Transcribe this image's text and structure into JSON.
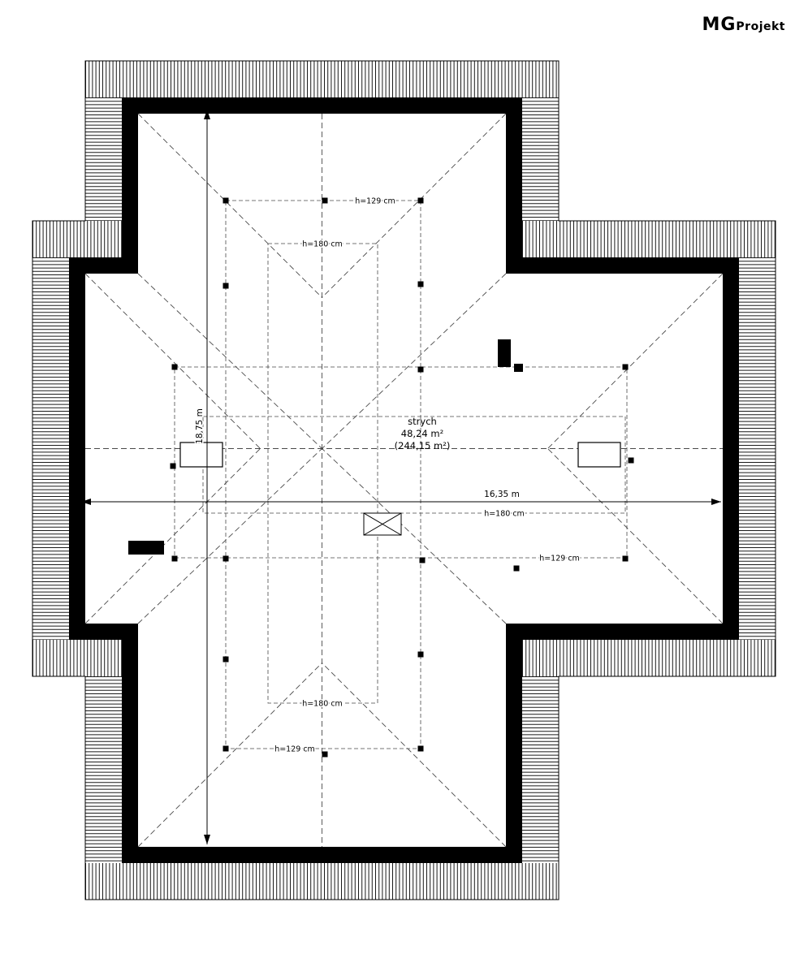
{
  "window": {
    "background": "#ffffff"
  },
  "logo": {
    "part1": "MG",
    "part2": "Projekt"
  },
  "drawing": {
    "room_label": {
      "name": "strych",
      "area": "48,24 m²",
      "area_paren": "(244,15 m²)"
    },
    "dimensions": {
      "horizontal": "16,35 m",
      "vertical": "18,75 m"
    },
    "contour_labels": {
      "h129": "h=129 cm",
      "h180": "h=180 cm"
    },
    "colors": {
      "wall": "#000000",
      "eaves_hatch": "#1a1a1a",
      "roof_dashed": "#4a4a4a",
      "dimension": "#000000",
      "background": "#ffffff"
    }
  }
}
